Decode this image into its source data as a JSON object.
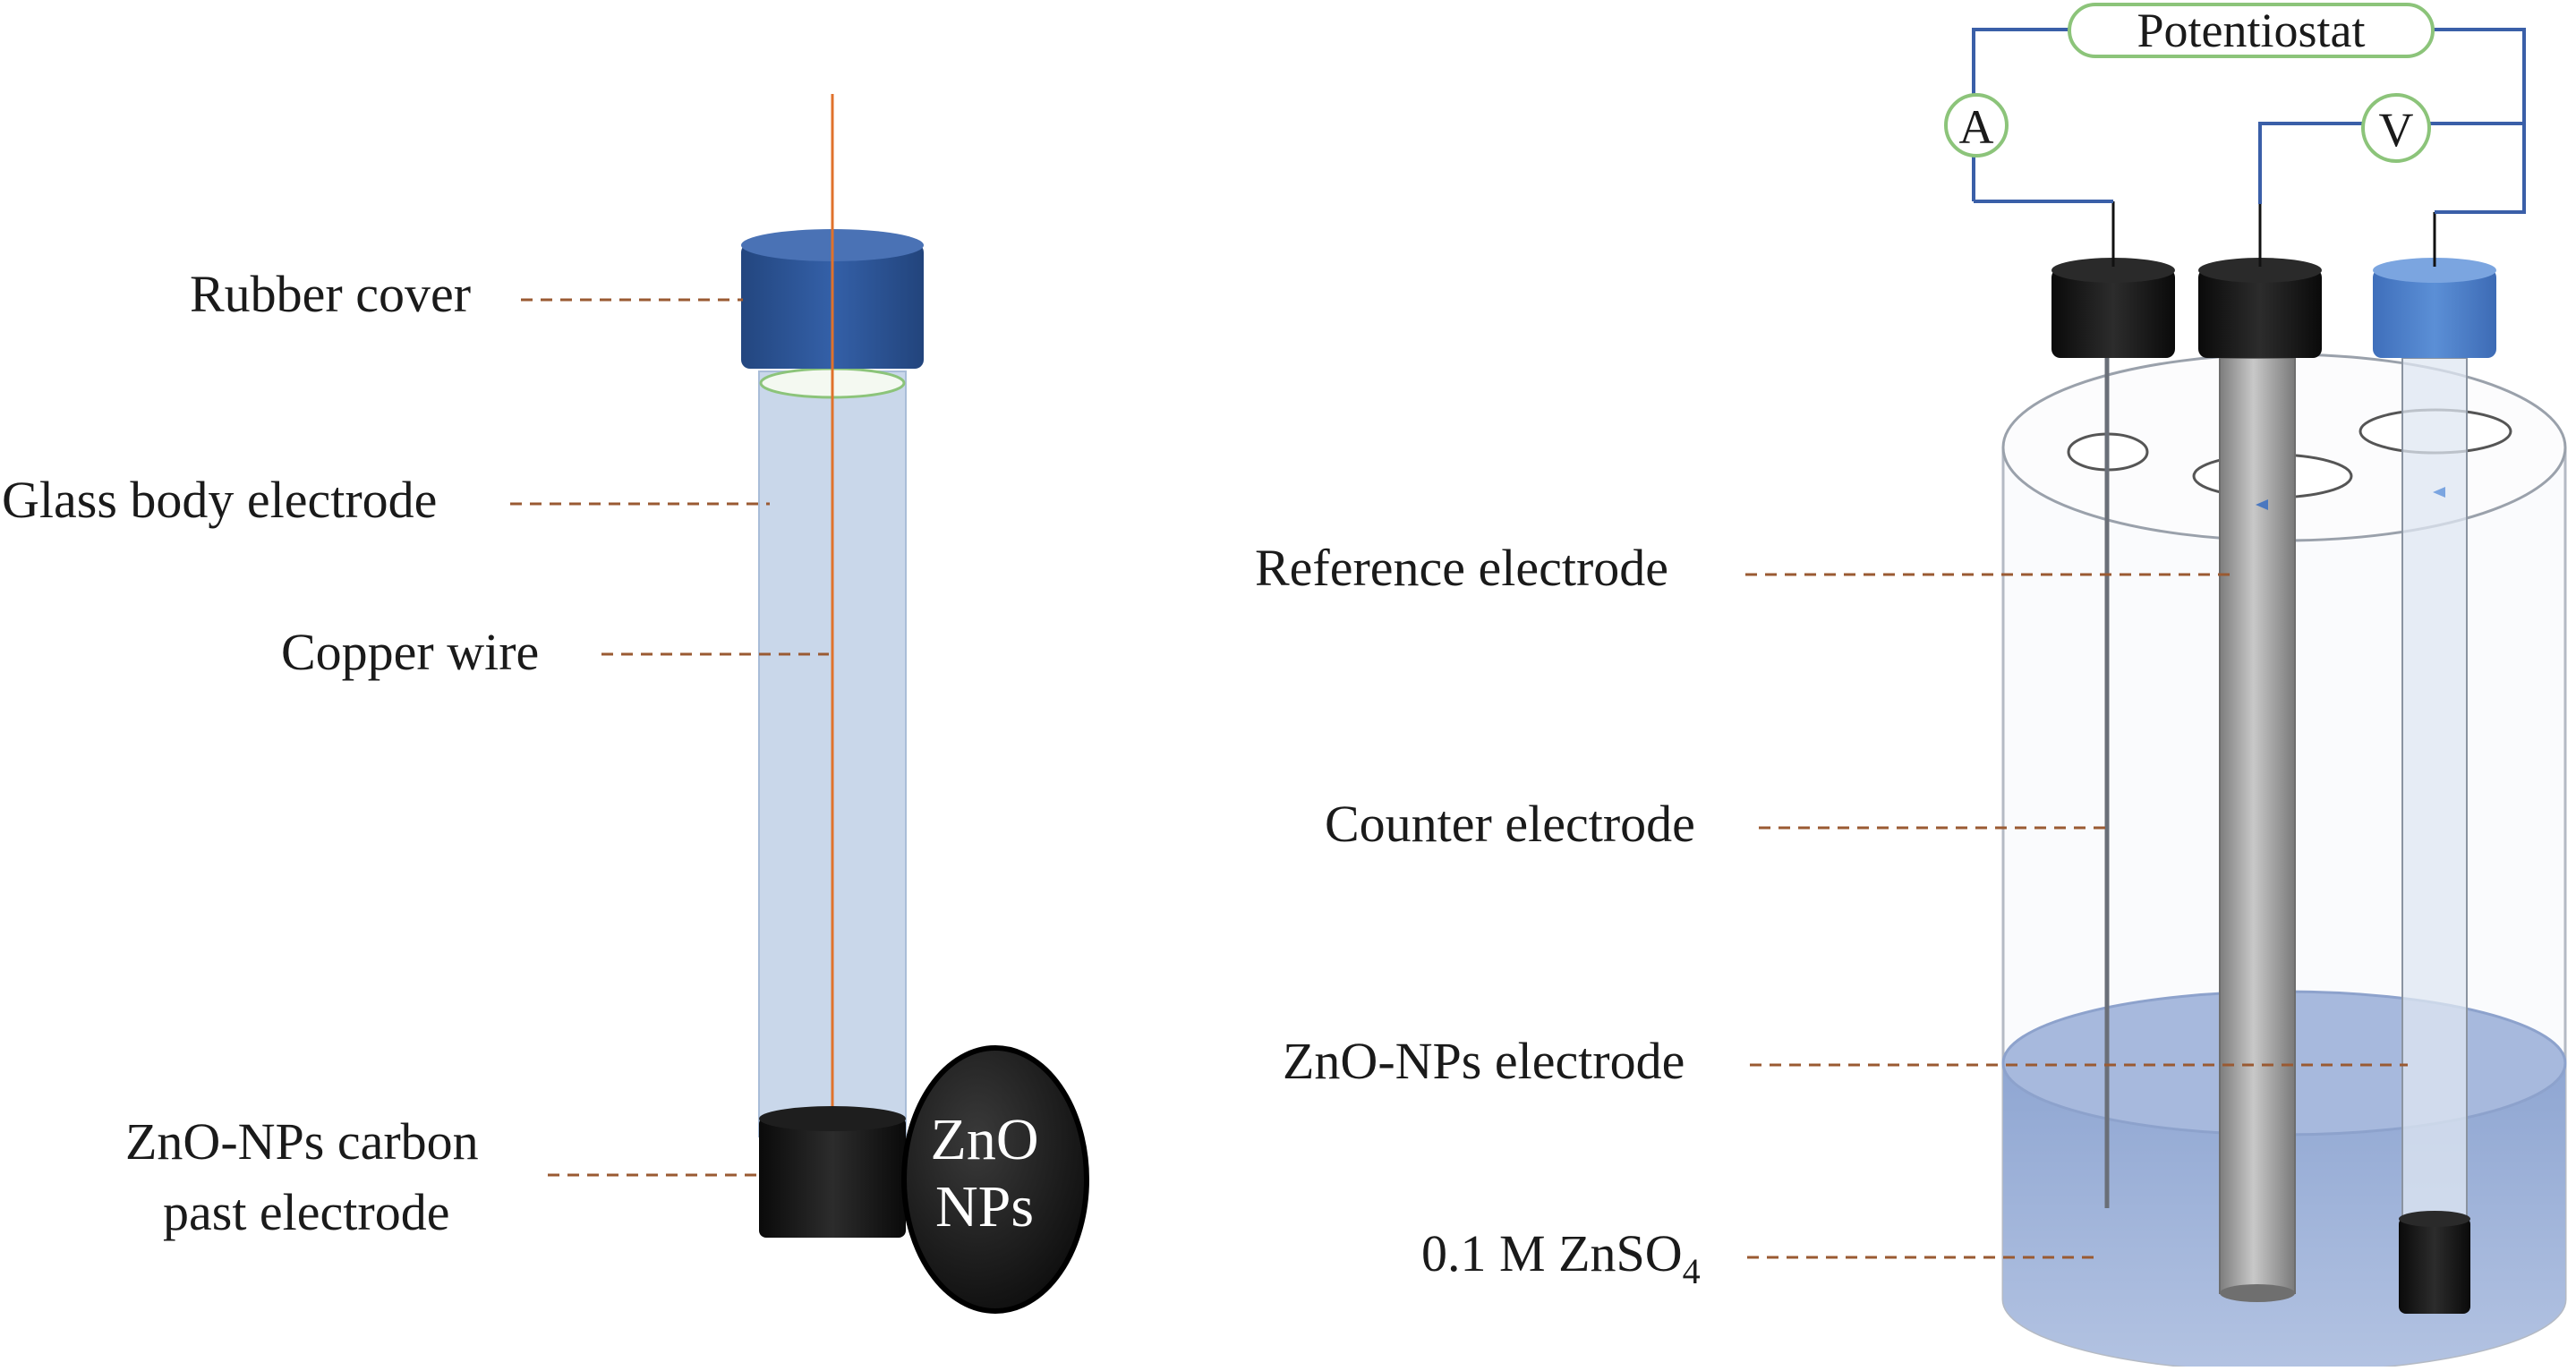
{
  "left_electrode": {
    "labels": {
      "rubber_cover": "Rubber cover",
      "glass_body": "Glass body electrode",
      "copper_wire": "Copper wire",
      "tip_line1": "ZnO-NPs carbon",
      "tip_line2": "past electrode"
    },
    "disk_line1": "ZnO",
    "disk_line2": "NPs"
  },
  "cell": {
    "potentiostat": "Potentiostat",
    "ammeter": "A",
    "voltmeter": "V",
    "labels": {
      "reference": "Reference electrode",
      "counter": "Counter electrode",
      "working": "ZnO-NPs electrode",
      "electrolyte_main": "0.1 M ZnSO",
      "electrolyte_sub": "4"
    }
  },
  "colors": {
    "cover_blue": "#2e5496",
    "glass_blue": "#c9d7ea",
    "copper": "#e0722c",
    "solution": "#9fb3d8",
    "wire_blue": "#3a5fa8",
    "meter_green": "#8cc47a",
    "leader_brown": "#9a5a32"
  }
}
